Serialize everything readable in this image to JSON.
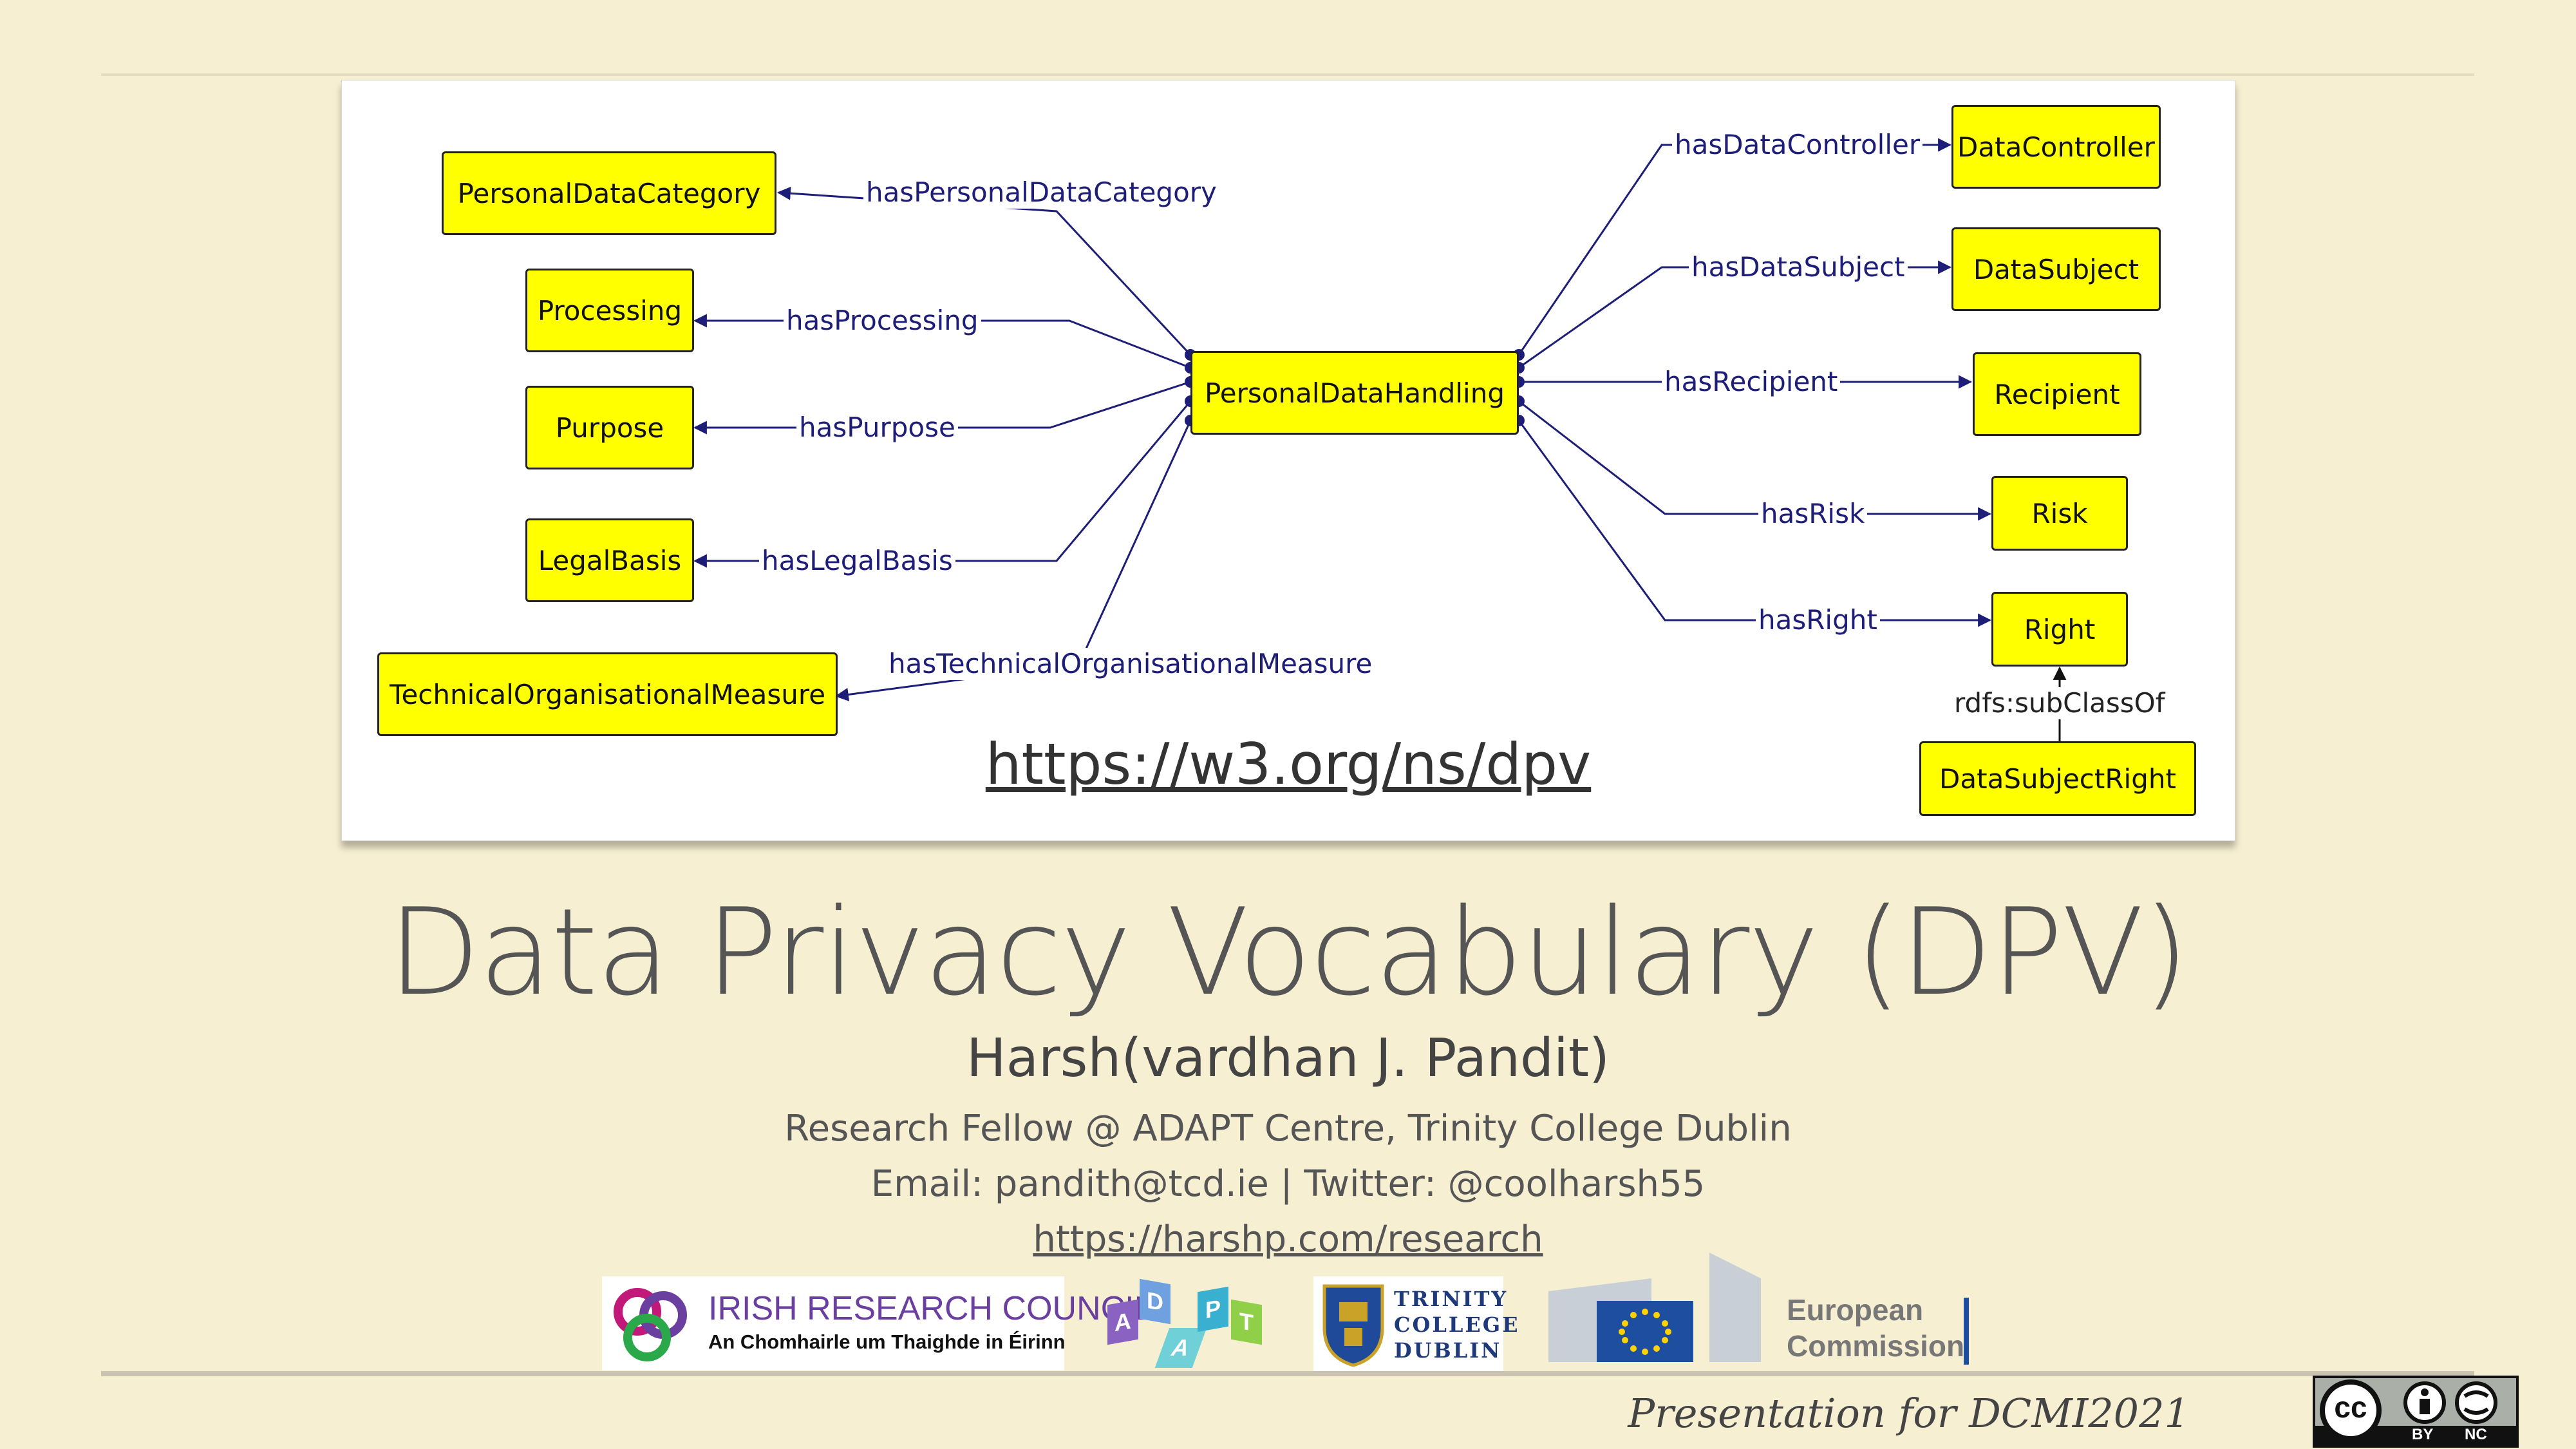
{
  "diagram": {
    "center": "PersonalDataHandling",
    "left_nodes": [
      {
        "label": "PersonalDataCategory",
        "relation": "hasPersonalDataCategory"
      },
      {
        "label": "Processing",
        "relation": "hasProcessing"
      },
      {
        "label": "Purpose",
        "relation": "hasPurpose"
      },
      {
        "label": "LegalBasis",
        "relation": "hasLegalBasis"
      },
      {
        "label": "TechnicalOrganisationalMeasure",
        "relation": "hasTechnicalOrganisationalMeasure"
      }
    ],
    "right_nodes": [
      {
        "label": "DataController",
        "relation": "hasDataController"
      },
      {
        "label": "DataSubject",
        "relation": "hasDataSubject"
      },
      {
        "label": "Recipient",
        "relation": "hasRecipient"
      },
      {
        "label": "Risk",
        "relation": "hasRisk"
      },
      {
        "label": "Right",
        "relation": "hasRight"
      }
    ],
    "sub_node": "DataSubjectRight",
    "sub_relation": "rdfs:subClassOf",
    "link": "https://w3.org/ns/dpv",
    "colors": {
      "node_fill": "#ffff00",
      "edge": "#1e1e78"
    }
  },
  "title": "Data Privacy Vocabulary (DPV)",
  "author": "Harsh(vardhan J. Pandit)",
  "affiliation": "Research Fellow @ ADAPT Centre, Trinity College Dublin",
  "contact": "Email: pandith@tcd.ie | Twitter: @coolharsh55",
  "website": "https://harshp.com/research",
  "logos": {
    "irc_line1": "IRISH RESEARCH COUNCIL",
    "irc_line2": "An Chomhairle um Thaighde in Éirinn",
    "adapt_letters": [
      "A",
      "D",
      "A",
      "P",
      "T"
    ],
    "tcd_lines": [
      "TRINITY",
      "COLLEGE",
      "DUBLIN"
    ],
    "ec_line1": "European",
    "ec_line2": "Commission"
  },
  "footer_note": "Presentation for DCMI2021",
  "license": {
    "cc": "cc",
    "by": "BY",
    "nc": "NC"
  }
}
